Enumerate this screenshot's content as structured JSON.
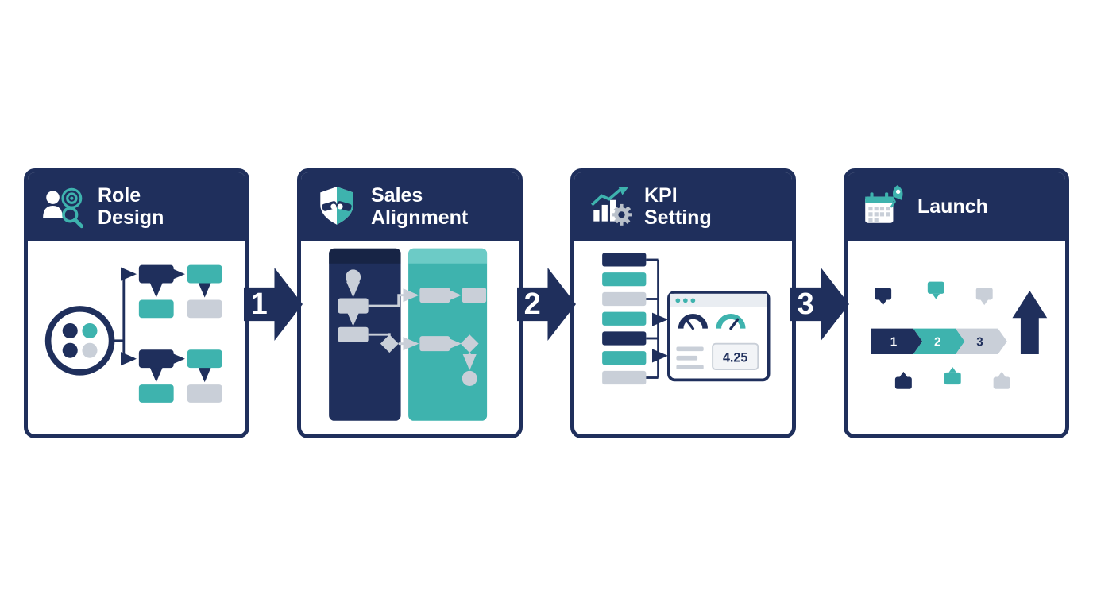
{
  "palette": {
    "navy": "#1f2f5c",
    "navy_dark": "#172445",
    "teal": "#3eb3ae",
    "teal_light": "#6ccbc6",
    "gray": "#c9cfd8",
    "panel_gray": "#e9edf2",
    "white": "#ffffff"
  },
  "steps": [
    {
      "id": "role-design",
      "title_line1": "Role",
      "title_line2": "Design",
      "icon": "person-target-icon"
    },
    {
      "id": "sales-alignment",
      "title_line1": "Sales",
      "title_line2": "Alignment",
      "icon": "handshake-shield-icon"
    },
    {
      "id": "kpi-setting",
      "title_line1": "KPI",
      "title_line2": "Setting",
      "icon": "growth-chart-gear-icon"
    },
    {
      "id": "launch",
      "title_line1": "Launch",
      "title_line2": "",
      "icon": "calendar-rocket-icon"
    }
  ],
  "connectors": [
    {
      "label": "1"
    },
    {
      "label": "2"
    },
    {
      "label": "3"
    }
  ],
  "kpi_panel": {
    "score": "4.25"
  },
  "launch_timeline": {
    "segments": [
      "1",
      "2",
      "3"
    ]
  }
}
